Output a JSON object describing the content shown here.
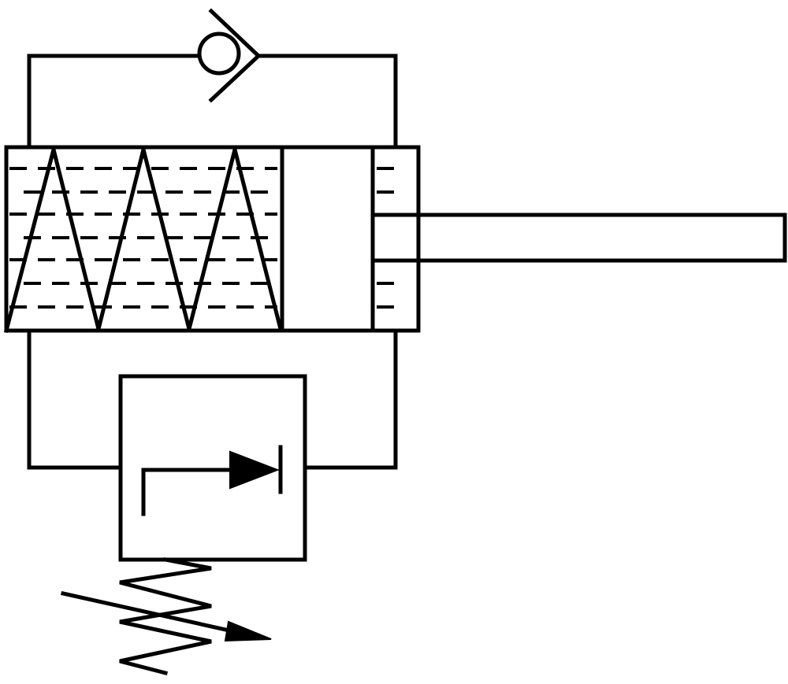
{
  "diagram": {
    "kind": "hydraulic schematic",
    "components": [
      {
        "name": "check-valve-symbol"
      },
      {
        "name": "cylinder-with-internal-spring"
      },
      {
        "name": "piston-rod"
      },
      {
        "name": "adjustable-pressure-valve"
      },
      {
        "name": "adjustable-spring"
      }
    ],
    "line_color": "#000000",
    "background": "#ffffff"
  }
}
